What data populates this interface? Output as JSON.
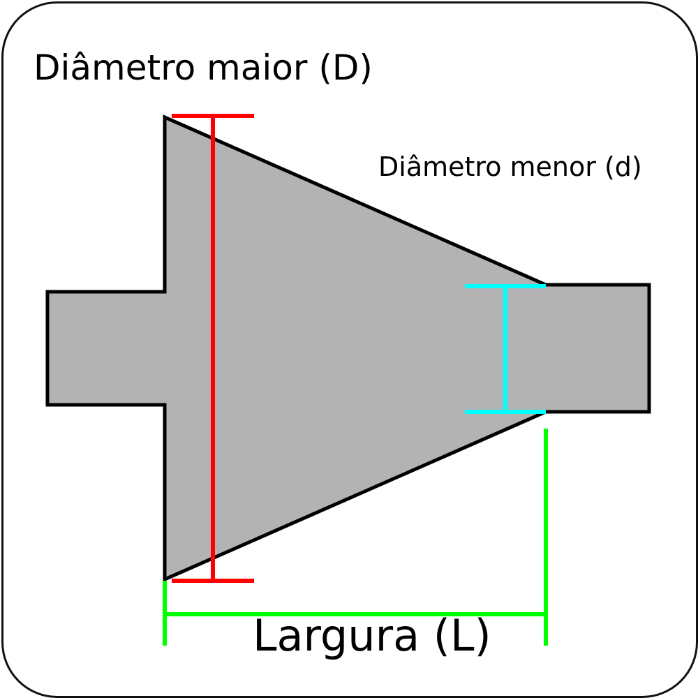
{
  "labels": {
    "major_diameter": "Diâmetro maior (D)",
    "minor_diameter": "Diâmetro menor (d)",
    "length": "Largura (L)"
  },
  "colors": {
    "body_fill": "#b3b3b3",
    "outline": "#000000",
    "major_dimension": "#ff0000",
    "minor_dimension": "#00ffff",
    "length_dimension": "#00ff00"
  }
}
